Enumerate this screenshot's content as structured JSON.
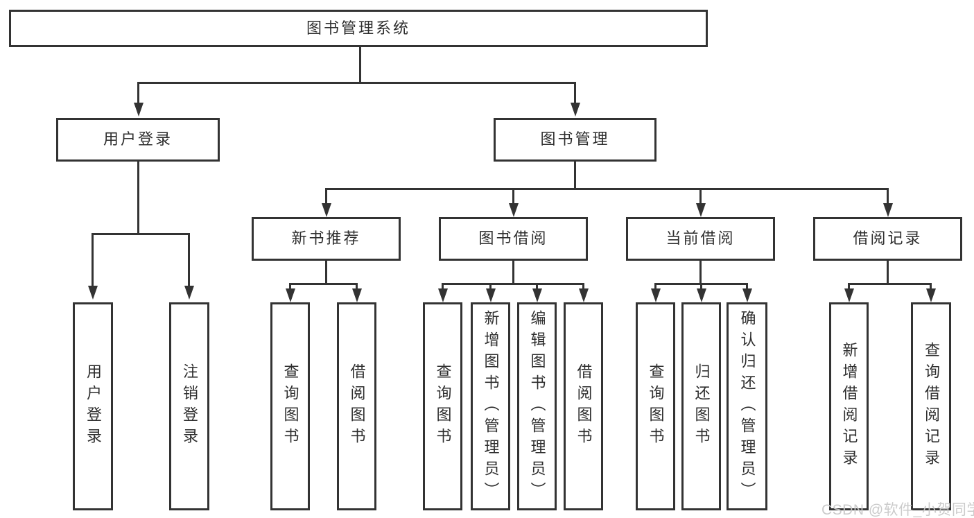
{
  "title": {
    "label": "图书管理系统"
  },
  "level2": {
    "user_login": {
      "label": "用户登录"
    },
    "book_mgmt": {
      "label": "图书管理"
    }
  },
  "level3": {
    "new_books": {
      "label": "新书推荐"
    },
    "borrow": {
      "label": "图书借阅"
    },
    "current": {
      "label": "当前借阅"
    },
    "records": {
      "label": "借阅记录"
    }
  },
  "leaves": {
    "user_login": {
      "label": "用户登录"
    },
    "logout": {
      "label": "注销登录"
    },
    "nb_query": {
      "label": "查询图书"
    },
    "nb_borrow": {
      "label": "借阅图书"
    },
    "bb_query": {
      "label": "查询图书"
    },
    "bb_add": {
      "label": "新增图书（管理员）"
    },
    "bb_edit": {
      "label": "编辑图书（管理员）"
    },
    "bb_borrow": {
      "label": "借阅图书"
    },
    "cb_query": {
      "label": "查询图书"
    },
    "cb_return": {
      "label": "归还图书"
    },
    "cb_confirm": {
      "label": "确认归还（管理员）"
    },
    "br_add": {
      "label": "新增借阅记录"
    },
    "br_query": {
      "label": "查询借阅记录"
    }
  },
  "watermark": {
    "label": "CSDN @软件_小贺同学"
  },
  "colors": {
    "line": "#333333",
    "text": "#2e2e2e",
    "background": "#ffffff",
    "watermark": "#c9c9c9"
  }
}
